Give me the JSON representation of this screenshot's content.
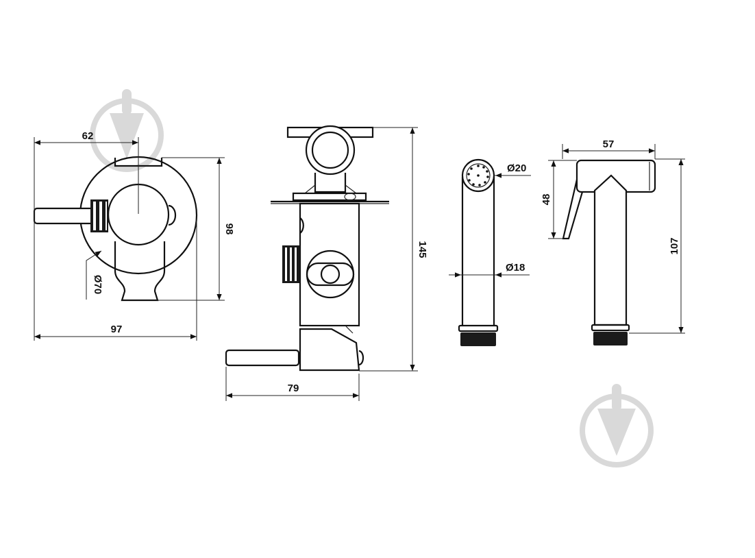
{
  "dimensions": {
    "front": {
      "top_offset": "62",
      "height": "98",
      "total_width": "97",
      "rosette_diameter": "Ø70"
    },
    "side": {
      "total_height": "145",
      "depth": "79"
    },
    "hand_shower_end": {
      "nozzle_diameter": "Ø20",
      "body_diameter": "Ø18"
    },
    "hand_shower_side": {
      "head_width": "57",
      "trigger_height": "48",
      "total_length": "107"
    }
  },
  "colors": {
    "line": "#111111",
    "watermark": "#d9d9d9"
  }
}
